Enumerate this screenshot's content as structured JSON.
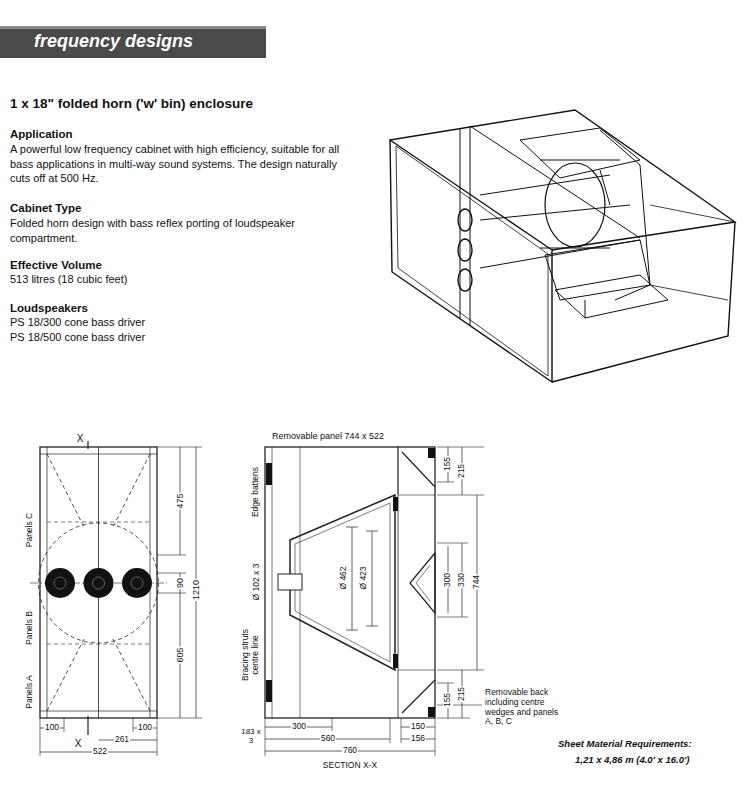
{
  "diagram": {
    "title": "1 x 18\" folded horn ('w' bin) enclosure",
    "labels": [
      "frequency designs",
      "Application",
      "A powerful low frequency cabinet with high efficiency, suitable for all bass applications in multi-way sound systems. The design naturally cuts off at 500 Hz.",
      "Cabinet Type",
      "Folded horn design with bass reflex porting of loudspeaker compartment.",
      "Effective Volume",
      "513 litres (18 cubic feet)",
      "Loudspeakers",
      "PS 18/300 cone bass driver",
      "PS 18/500 cone bass driver",
      "X",
      "X",
      "Panels C",
      "Panels B",
      "Panels A",
      "475",
      "90",
      "605",
      "1210",
      "100",
      "100",
      "261",
      "522",
      "Removable panel 744 x 522",
      "Edge battens",
      "Ø 102 x 3",
      "Ø 462",
      "Ø 423",
      "Bracing struts centre line",
      "155",
      "215",
      "300",
      "330",
      "744",
      "155",
      "215",
      "Removable back including centre wedges and panels A, B, C",
      "183 x 3",
      "300",
      "560",
      "760",
      "150",
      "156",
      "SECTION X-X",
      "Sheet Material Requirements:",
      "1,21 x 4,86 m (4.0' x 16.0')"
    ]
  }
}
